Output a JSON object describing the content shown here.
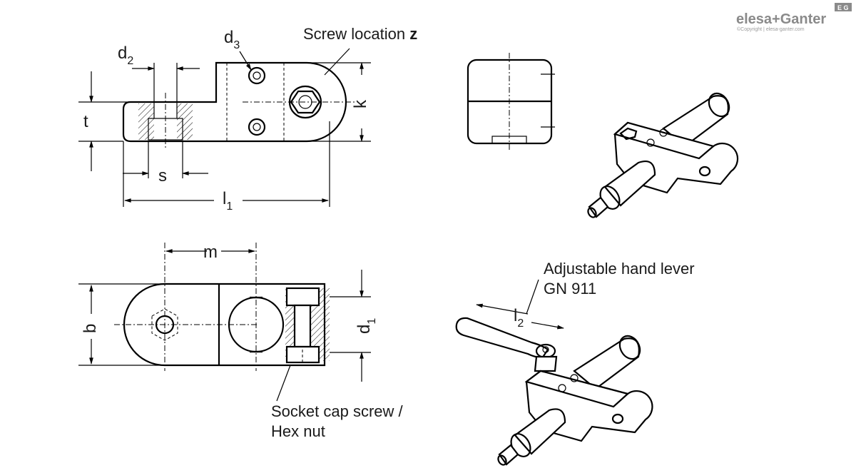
{
  "brand": {
    "logo_text": "elesa+Ganter",
    "badge": "E G",
    "copyright": "©Copyright | elesa-ganter.com"
  },
  "top_view": {
    "dim_d": "d",
    "dim_d2_sub": "2",
    "dim_d3_sub": "3",
    "dim_t": "t",
    "dim_k": "k",
    "dim_s": "s",
    "dim_l": "l",
    "dim_l1_sub": "1",
    "screw_location_prefix": "Screw location ",
    "screw_location_bold": "z"
  },
  "bottom_view": {
    "dim_m": "m",
    "dim_b": "b",
    "dim_d": "d",
    "dim_d1_sub": "1",
    "socket_line1": "Socket cap screw /",
    "socket_line2": "Hex nut"
  },
  "lever_view": {
    "callout_line1": "Adjustable hand lever",
    "callout_line2": "GN 911",
    "dim_l": "l",
    "dim_l2_sub": "2"
  },
  "colors": {
    "line": "#000000",
    "background": "#ffffff",
    "text": "#1a1a1a",
    "logo_gray": "#8a8a8a"
  }
}
